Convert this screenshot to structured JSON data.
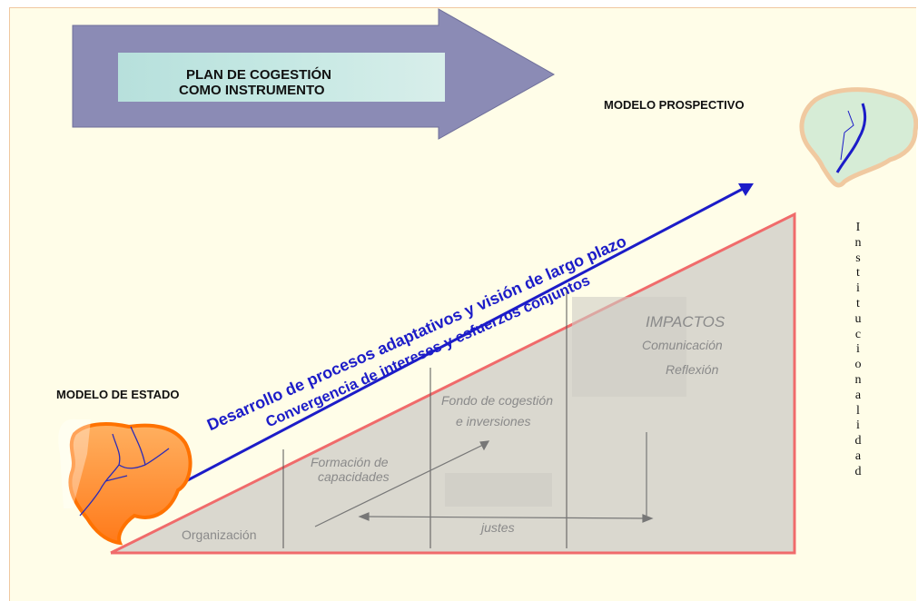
{
  "banner": {
    "line1": "PLAN DE COGESTIÓN",
    "line2": "COMO INSTRUMENTO"
  },
  "left_model": {
    "label": "MODELO DE ESTADO"
  },
  "right_model": {
    "label": "MODELO PROSPECTIVO"
  },
  "main_arrow": {
    "line1": "Desarrollo de procesos adaptativos y visión de largo plazo",
    "line2": "Convergencia de intereses y esfuerzos conjuntos"
  },
  "triangle_labels": {
    "organizacion": "Organización",
    "formacion_1": "Formación de",
    "formacion_2": "capacidades",
    "fondo_1": "Fondo de cogestión",
    "fondo_2": "e inversiones",
    "impactos": "IMPACTOS",
    "comunicacion": "Comunicación",
    "reflexion": "Reflexión",
    "ajustes": "justes"
  },
  "vertical_word": "Institucionalidad",
  "colors": {
    "arrow_blue": "#1c1cc8",
    "triangle_fill": "#dad8cf",
    "triangle_border": "#f06b6b",
    "banner_arrow": "#8b8bb5",
    "left_map": "#ff8a2a",
    "right_map": "#d6ecd6"
  }
}
